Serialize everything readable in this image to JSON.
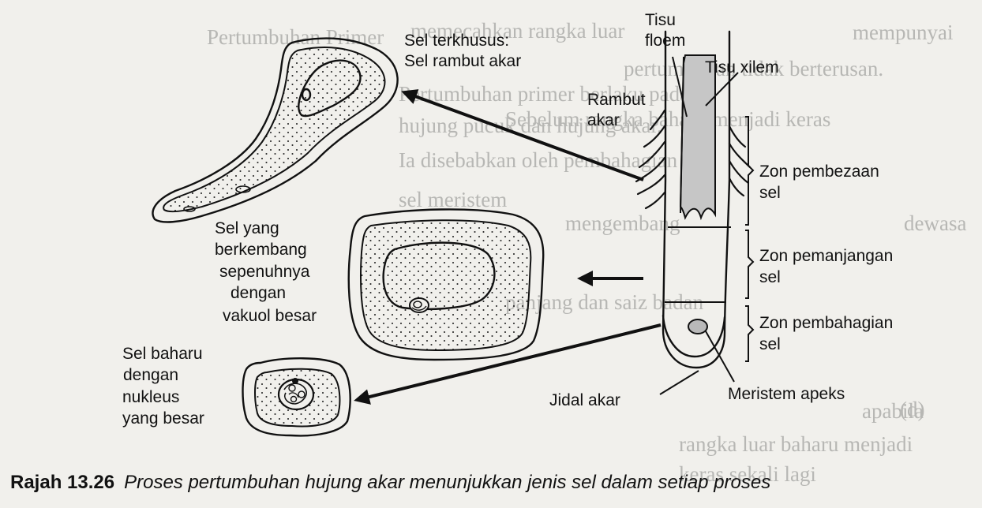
{
  "diagram": {
    "labels": {
      "specialised_cell": [
        "Sel terkhusus:",
        "Sel rambut akar"
      ],
      "phloem": [
        "Tisu",
        "floem"
      ],
      "xylem": "Tisu xilem",
      "root_hair": [
        "Rambut",
        "akar"
      ],
      "zone_differentiation": [
        "Zon pembezaan",
        "sel"
      ],
      "zone_elongation": [
        "Zon pemanjangan",
        "sel"
      ],
      "zone_division": [
        "Zon pembahagian",
        "sel"
      ],
      "developed_cell": [
        "Sel yang",
        "berkembang",
        "sepenuhnya",
        "dengan",
        "vakuol besar"
      ],
      "new_cell": [
        "Sel baharu",
        "dengan",
        "nukleus",
        "yang besar"
      ],
      "root_cap": "Jidal akar",
      "apical_meristem": "Meristem apeks"
    },
    "colors": {
      "ink": "#111111",
      "xylem_fill": "#c6c6c6",
      "paper": "#f1f0ec",
      "bleed_text": "#b7b7b4"
    }
  },
  "background_text": [
    "Pertumbuhan Primer",
    "memecahkan rangka luar",
    "mempunyai",
    "pertumbuhan tidak berterusan.",
    "Pertumbuhan primer berlaku pada",
    "hujung pucuk dan hujung akar.",
    "Sebelum rangka baharu menjadi keras",
    "Ia disebabkan oleh pembahagian",
    "sel meristem",
    "mengembang",
    "panjang dan saiz badan",
    "dewasa",
    "(d)",
    "apabila",
    "rangka luar baharu menjadi",
    "keras sekali lagi"
  ],
  "caption": {
    "number": "Rajah 13.26",
    "text": "Proses pertumbuhan hujung akar menunjukkan jenis sel dalam setiap proses"
  }
}
